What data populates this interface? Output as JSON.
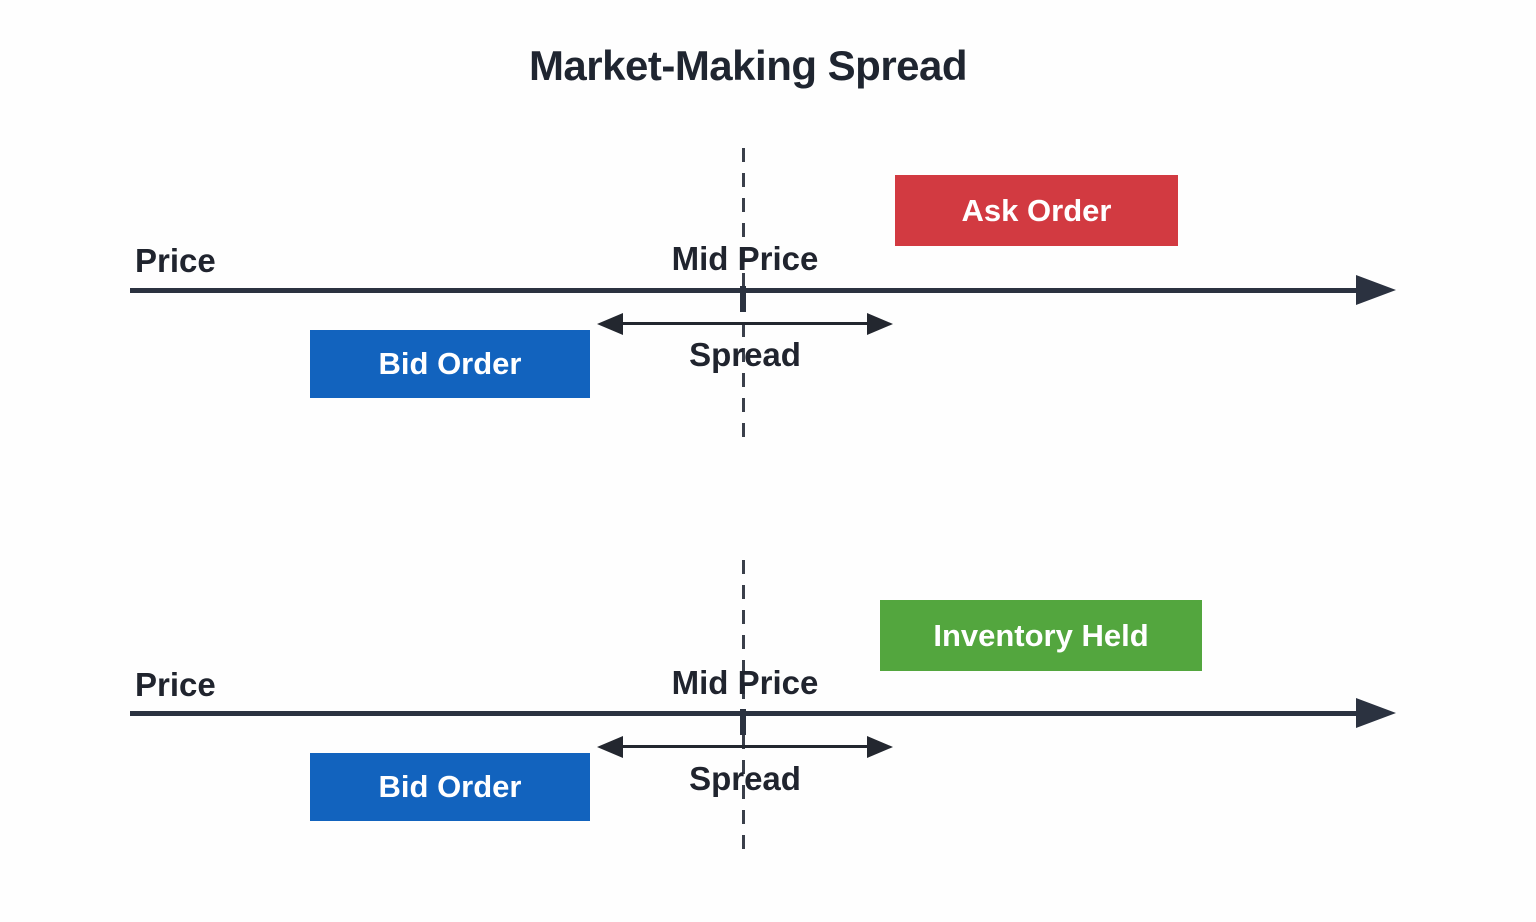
{
  "title": "Market-Making Spread",
  "colors": {
    "axis": "#2b3240",
    "text": "#20242e",
    "bid_blue": "#1263be",
    "ask_red": "#d23a41",
    "inventory_green": "#53a63e",
    "background": "#fefefe"
  },
  "diagrams": [
    {
      "price_label": "Price",
      "mid_label": "Mid Price",
      "spread_label": "Spread",
      "left_box": {
        "label": "Bid Order",
        "color": "#1263be"
      },
      "right_box": {
        "label": "Ask Order",
        "color": "#d23a41"
      }
    },
    {
      "price_label": "Price",
      "mid_label": "Mid Price",
      "spread_label": "Spread",
      "left_box": {
        "label": "Bid Order",
        "color": "#1263be"
      },
      "right_box": {
        "label": "Inventory Held",
        "color": "#53a63e"
      }
    }
  ]
}
